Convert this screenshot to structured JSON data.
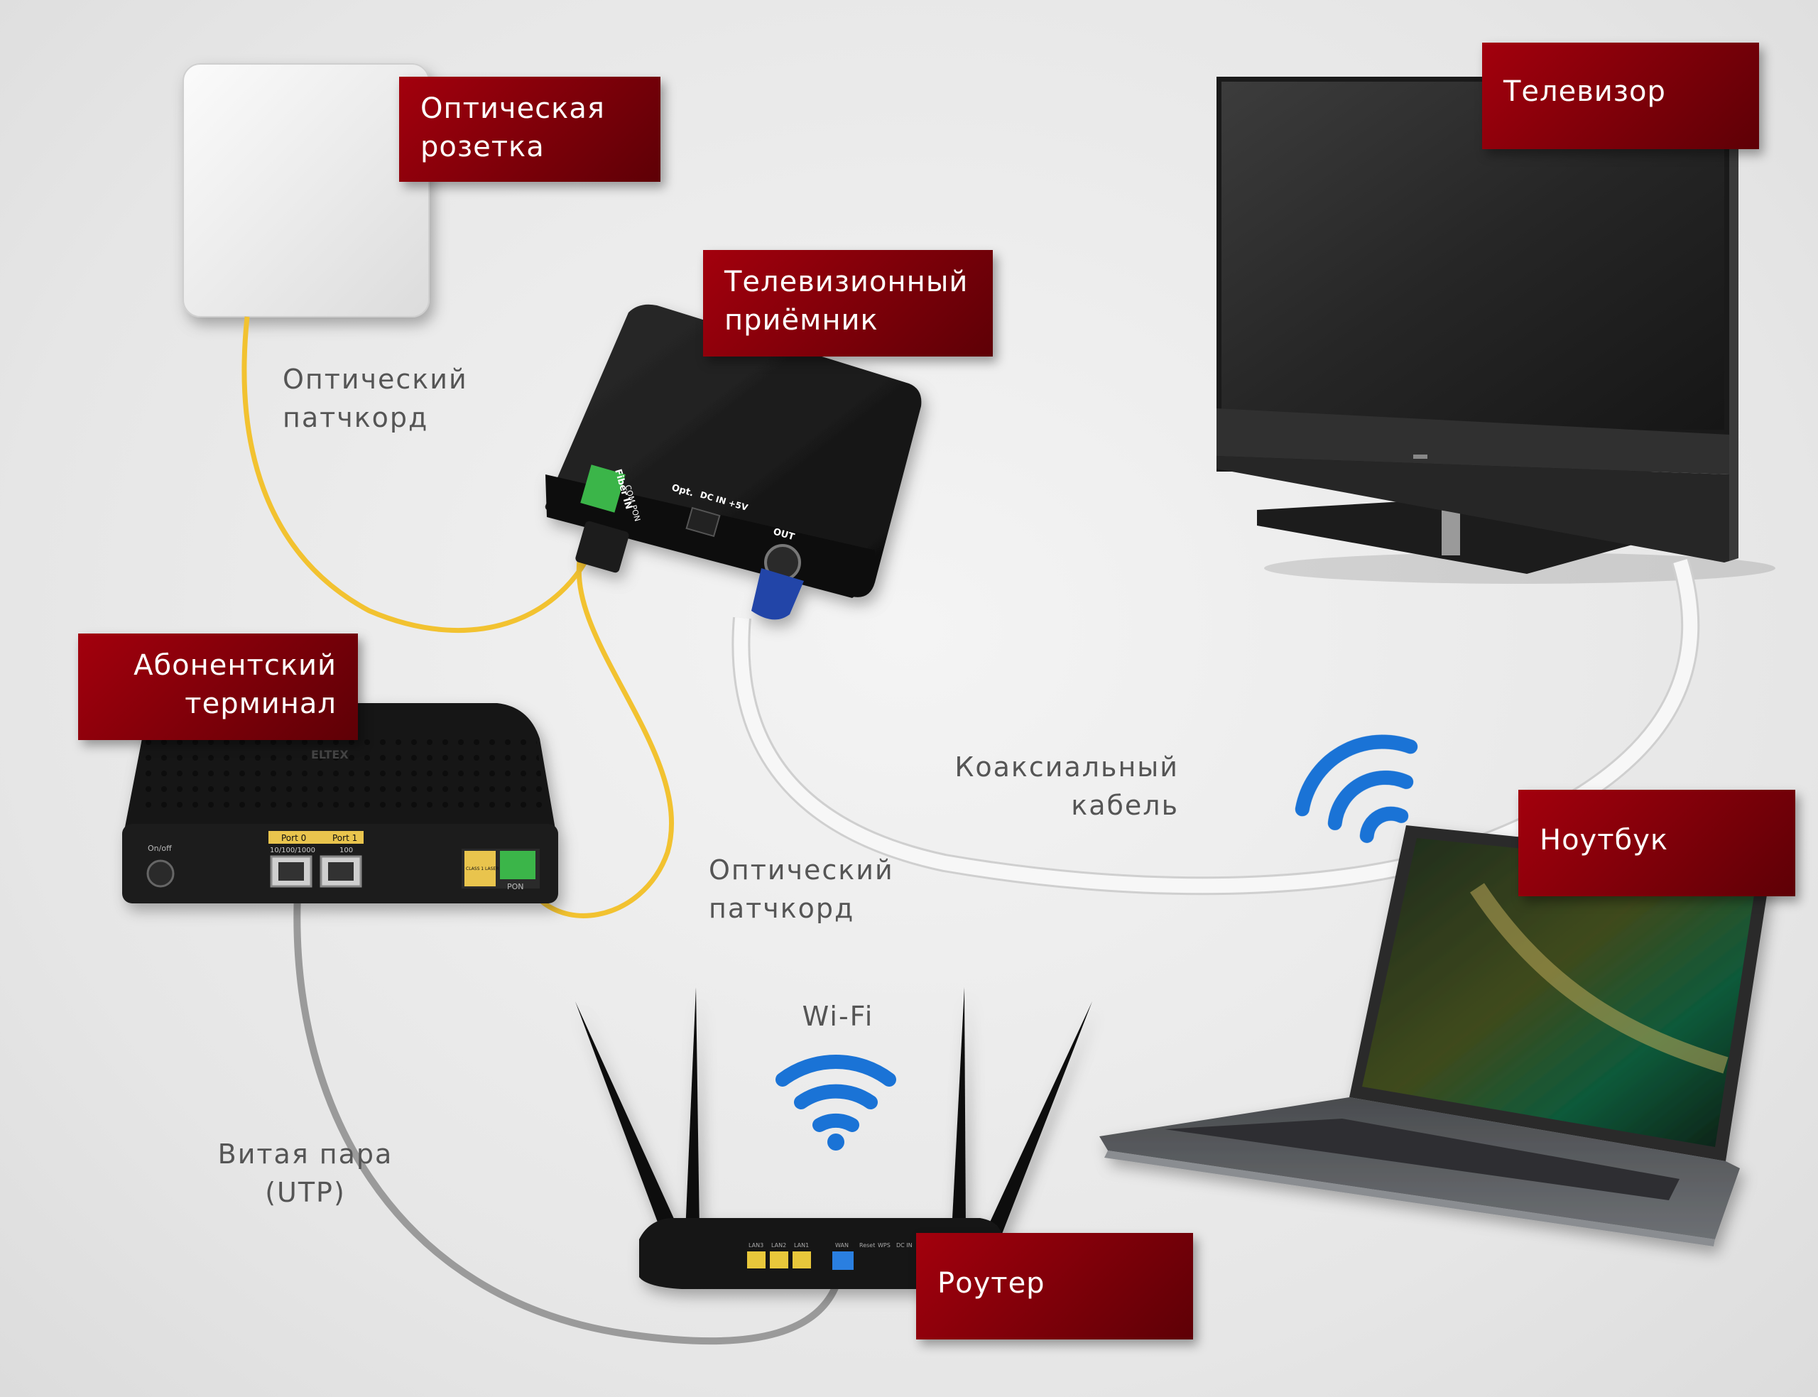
{
  "labels": {
    "optical_socket": "Оптическая\nрозетка",
    "tv": "Телевизор",
    "tv_receiver": "Телевизионный\nприёмник",
    "subscriber_terminal": "Абонентский\nтерминал",
    "laptop": "Ноутбук",
    "router": "Роутер"
  },
  "captions": {
    "optical_patchcord_1": "Оптический\nпатчкорд",
    "optical_patchcord_2": "Оптический\nпатчкорд",
    "coaxial_cable": "Коаксиальный\nкабель",
    "wifi": "Wi-Fi",
    "twisted_pair": "Витая пара\n(UTP)"
  },
  "device_markings": {
    "receiver_fiber_in": "Fiber IN",
    "receiver_com_pon": "COM PON",
    "receiver_opt": "Opt.",
    "receiver_dc_in": "DC IN +5V",
    "receiver_out": "OUT",
    "terminal_port0": "Port 0",
    "terminal_port1": "Port 1",
    "terminal_speed0": "10/100/1000",
    "terminal_speed1": "100",
    "terminal_onoff": "On/off",
    "terminal_laser": "CLASS 1 LASER DEVICE",
    "terminal_pon": "PON",
    "terminal_brand": "ELTEX",
    "router_lan3": "LAN3",
    "router_lan2": "LAN2",
    "router_lan1": "LAN1",
    "router_wan": "WAN",
    "router_reset": "Reset",
    "router_wps": "WPS",
    "router_dc": "DC IN"
  },
  "colors": {
    "label_red": "#8b0010",
    "fiber_yellow": "#f2c230",
    "coax_white": "#f7f7f7",
    "utp_gray": "#9a9a9a",
    "wifi_blue": "#1a73d6",
    "receiver_green": "#3bb54a",
    "caption_gray": "#555555"
  },
  "icons": [
    "wifi-icon"
  ]
}
